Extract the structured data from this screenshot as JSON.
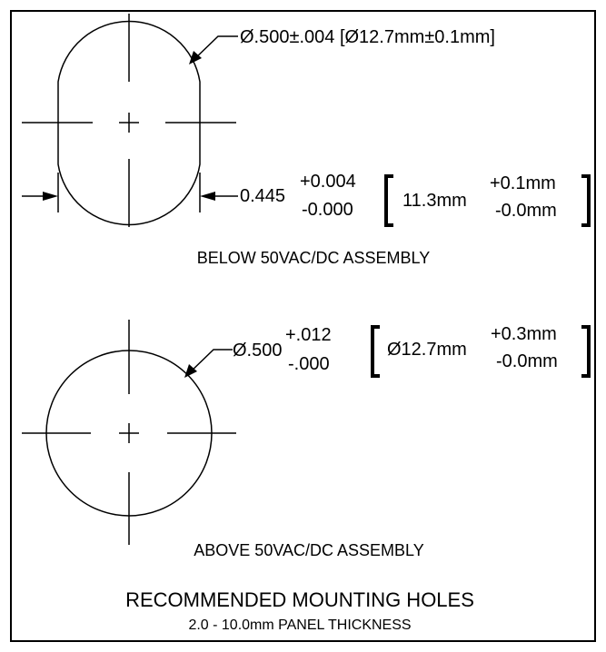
{
  "top_diagram": {
    "diameter_note": "Ø.500±.004 [Ø12.7mm±0.1mm]",
    "width_value": "0.445",
    "width_tol_plus": "+0.004",
    "width_tol_minus": "-0.000",
    "metric_value": "11.3mm",
    "metric_tol_plus": "+0.1mm",
    "metric_tol_minus": "-0.0mm",
    "label": "BELOW 50VAC/DC ASSEMBLY"
  },
  "bottom_diagram": {
    "diameter_value": "Ø.500",
    "diameter_tol_plus": "+.012",
    "diameter_tol_minus": "-.000",
    "metric_value": "Ø12.7mm",
    "metric_tol_plus": "+0.3mm",
    "metric_tol_minus": "-0.0mm",
    "label": "ABOVE 50VAC/DC ASSEMBLY"
  },
  "footer": {
    "title": "RECOMMENDED MOUNTING HOLES",
    "subtitle": "2.0 - 10.0mm PANEL THICKNESS"
  }
}
